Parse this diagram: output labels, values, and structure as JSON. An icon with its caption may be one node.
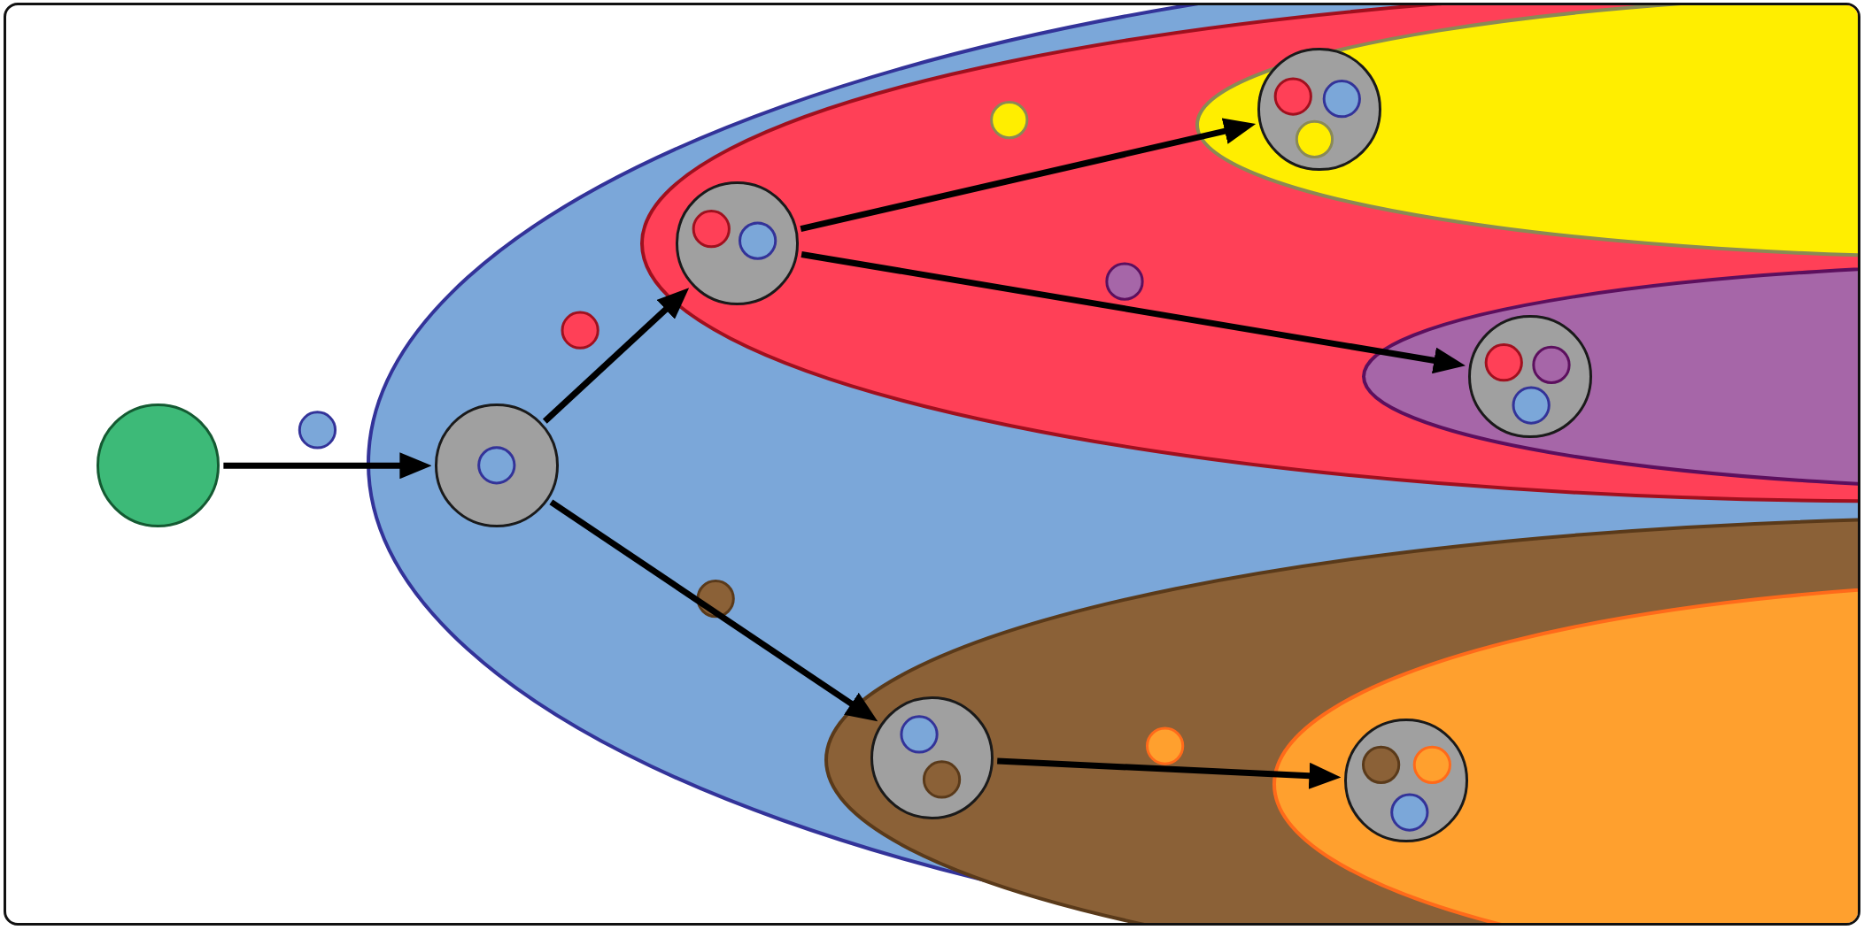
{
  "diagram": {
    "nodes": [
      {
        "text": [],
        "shape": "circle"
      },
      {
        "text": [],
        "shape": "ellipse"
      },
      {
        "text": [],
        "shape": "circle",
        "in": 1
      },
      {
        "text": [],
        "shape": "ellipse",
        "in": 1
      },
      {
        "text": [],
        "shape": "circle",
        "in": 3
      },
      {
        "text": [],
        "shape": "ellipse",
        "in": 3
      },
      {
        "text": [],
        "shape": "circle",
        "in": 5
      },
      {
        "text": [],
        "shape": "ellipse",
        "in": 3
      },
      {
        "text": [],
        "shape": "circle",
        "in": 7
      },
      {
        "text": [],
        "shape": "ellipse",
        "in": 1
      },
      {
        "text": [],
        "shape": "circle",
        "in": 9
      },
      {
        "text": [],
        "shape": "ellipse",
        "in": 9
      },
      {
        "text": [],
        "shape": "circle",
        "in": 11
      }
    ],
    "edges": [
      {
        "from": 0,
        "to": 2,
        "arrow": "to"
      },
      {
        "from": 2,
        "to": 4,
        "arrow": "to"
      },
      {
        "from": 4,
        "to": 6,
        "arrow": "to"
      },
      {
        "from": 4,
        "to": 8,
        "arrow": "to"
      },
      {
        "from": 2,
        "to": 10,
        "arrow": "to"
      },
      {
        "from": 10,
        "to": 12,
        "arrow": "to"
      }
    ]
  }
}
